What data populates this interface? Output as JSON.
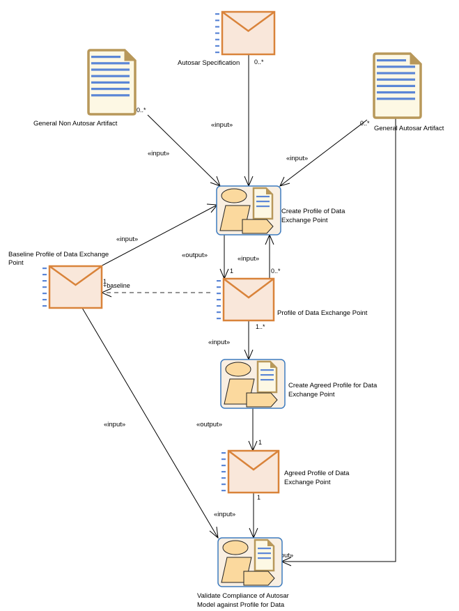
{
  "diagram": {
    "colors": {
      "envelope_fill": "#f9e7da",
      "envelope_stroke": "#d9833a",
      "doc_fill": "#fdf8e4",
      "doc_stroke": "#b8985a",
      "doc_lines": "#5b86d6",
      "task_fill": "#f9efe2",
      "task_stroke": "#3d7bbf",
      "task_shape_fill": "#fbd99e",
      "port_ticks": "#5b86d6"
    },
    "artifacts": [
      {
        "id": "autosar-specification",
        "kind": "envelope",
        "label": [
          "Autosar Specification"
        ],
        "multiplicity": "0..*"
      },
      {
        "id": "general-non-autosar-artifact",
        "kind": "document",
        "label": [
          "General Non Autosar Artifact"
        ],
        "multiplicity": "0..*"
      },
      {
        "id": "general-autosar-artifact",
        "kind": "document",
        "label": [
          "General Autosar Artifact"
        ],
        "multiplicity": "0..*"
      },
      {
        "id": "baseline-profile",
        "kind": "envelope",
        "label": [
          "Baseline Profile of Data Exchange",
          "Point"
        ],
        "multiplicity": "1",
        "role": "+baseline"
      },
      {
        "id": "profile-of-data-exchange-point",
        "kind": "envelope",
        "label": [
          "Profile of Data Exchange Point"
        ],
        "multiplicity_in": "1",
        "multiplicity_out": "0..*",
        "multiplicity_down": "1..*"
      },
      {
        "id": "agreed-profile",
        "kind": "envelope",
        "label": [
          "Agreed Profile of Data",
          "Exchange Point"
        ],
        "multiplicity_in": "1",
        "multiplicity_out": "1"
      }
    ],
    "tasks": [
      {
        "id": "create-profile",
        "label": [
          "Create Profile of Data",
          "Exchange Point"
        ]
      },
      {
        "id": "create-agreed-profile",
        "label": [
          "Create Agreed Profile for Data",
          "Exchange Point"
        ]
      },
      {
        "id": "validate-compliance",
        "label": [
          "Validate Compliance of Autosar",
          "Model against Profile for Data"
        ]
      }
    ],
    "stereotypes": {
      "input": "«input»",
      "output": "«output»"
    }
  }
}
